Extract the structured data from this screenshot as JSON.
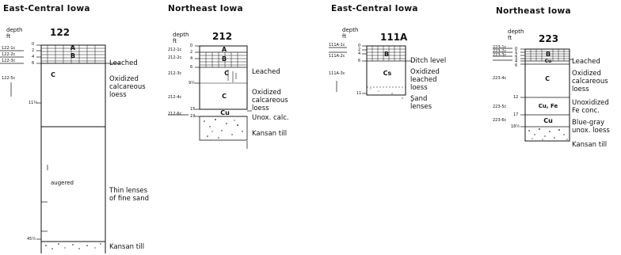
{
  "columns": [
    {
      "region": "East-Central Iowa",
      "section_id": "122",
      "depth_label": "depth\nft",
      "depth_ticks": [
        "0",
        "2",
        "4",
        "6",
        "11½",
        "45½"
      ],
      "sample_labels": [
        "122-1c",
        "122-2c",
        "122-3c",
        "122-5c"
      ],
      "horizons": [
        "A",
        "B",
        "C"
      ],
      "notes": [
        "augered"
      ],
      "descriptions": [
        "Leached",
        "Oxidized\ncalcareous\nloess",
        "Thin lenses\nof fine sand",
        "Kansan till"
      ]
    },
    {
      "region": "Northeast Iowa",
      "section_id": "212",
      "depth_label": "depth\nft",
      "depth_ticks": [
        "0",
        "2",
        "4",
        "6",
        "9½",
        "15",
        "19"
      ],
      "sample_labels": [
        "212-1c",
        "212-2c",
        "212-3c",
        "212-4c",
        "212-6c"
      ],
      "horizons": [
        "A",
        "B",
        "C",
        "C",
        "Cu"
      ],
      "descriptions": [
        "Leached",
        "Oxidized\ncalcareous\nloess",
        "Unox. calc.",
        "Kansan till"
      ]
    },
    {
      "region": "East-Central Iowa",
      "section_id": "111A",
      "depth_label": "depth\nft",
      "depth_ticks": [
        "0",
        "2",
        "4",
        "6",
        "11"
      ],
      "sample_labels": [
        "111A-1c",
        "111A-2c",
        "111A-3c"
      ],
      "horizons": [
        "B",
        "Cs"
      ],
      "descriptions": [
        "Ditch level",
        "Oxidized\nleached\nloess",
        "Sand\nlenses"
      ]
    },
    {
      "region": "Northeast Iowa",
      "section_id": "223",
      "depth_label": "depth\nft",
      "depth_ticks": [
        "0",
        "1",
        "2",
        "3",
        "4",
        "6",
        "12",
        "17",
        "18½"
      ],
      "sample_labels": [
        "223-1c",
        "223-2c",
        "223-3c",
        "223-4c",
        "223-5c",
        "223-6c"
      ],
      "horizons": [
        "B",
        "Cu",
        "C",
        "Cu, Fe",
        "Cu"
      ],
      "descriptions": [
        "Leached",
        "Oxidized\ncalcareous\nloess",
        "Unoxidized\nFe conc.",
        "Blue-gray\nunox. loess",
        "Kansan till"
      ]
    }
  ]
}
